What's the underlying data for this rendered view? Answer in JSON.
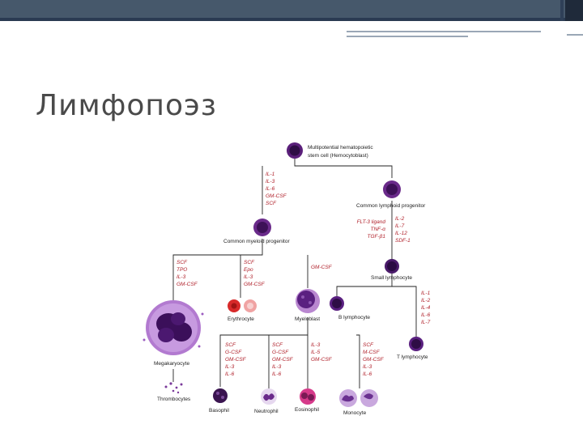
{
  "slide": {
    "title": "Лимфопоэз",
    "colors": {
      "top_bar": "#46586b",
      "accent_dark": "#2a3a52",
      "factor_text": "#b0202a"
    }
  },
  "diagram": {
    "stem_cell_line1": "Multipotential hematopoietic",
    "stem_cell_line2": "stem cell  (Hemocytoblast)",
    "myeloid_factors": [
      "IL-1",
      "IL-3",
      "IL-6",
      "GM-CSF",
      "SCF"
    ],
    "common_lymphoid_progenitor": "Common lymphoid progenitor",
    "common_myeloid_progenitor": "Common myeloid progenitor",
    "lymphoid_factors_left": [
      "FLT-3 ligand",
      "TNF-α",
      "TGF-β1"
    ],
    "lymphoid_factors_right": [
      "IL-2",
      "IL-7",
      "IL-12",
      "SDF-1"
    ],
    "megakaryocyte_factors": [
      "SCF",
      "TPO",
      "IL-3",
      "GM-CSF"
    ],
    "erythrocyte_factors": [
      "SCF",
      "Epo",
      "IL-3",
      "GM-CSF"
    ],
    "myeloblast_factor": "GM-CSF",
    "small_lymphocyte": "Small lymphocyte",
    "t_factors": [
      "IL-1",
      "IL-2",
      "IL-4",
      "IL-6",
      "IL-7"
    ],
    "megakaryocyte": "Megakaryocyte",
    "erythrocyte": "Erythrocyte",
    "myeloblast": "Myeloblast",
    "b_lymphocyte": "B lymphocyte",
    "t_lymphocyte": "T lymphocyte",
    "thrombocytes": "Thrombocytes",
    "basophil_factors": [
      "SCF",
      "G-CSF",
      "GM-CSF",
      "IL-3",
      "IL-6"
    ],
    "neutrophil_factors": [
      "SCF",
      "G-CSF",
      "GM-CSF",
      "IL-3",
      "IL-6"
    ],
    "eosinophil_factors": [
      "IL-3",
      "IL-5",
      "GM-CSF"
    ],
    "monocyte_factors": [
      "SCF",
      "M-CSF",
      "GM-CSF",
      "IL-3",
      "IL-6"
    ],
    "basophil": "Basophil",
    "neutrophil": "Neutrophil",
    "eosinophil": "Eosinophil",
    "monocyte": "Monocyte"
  }
}
